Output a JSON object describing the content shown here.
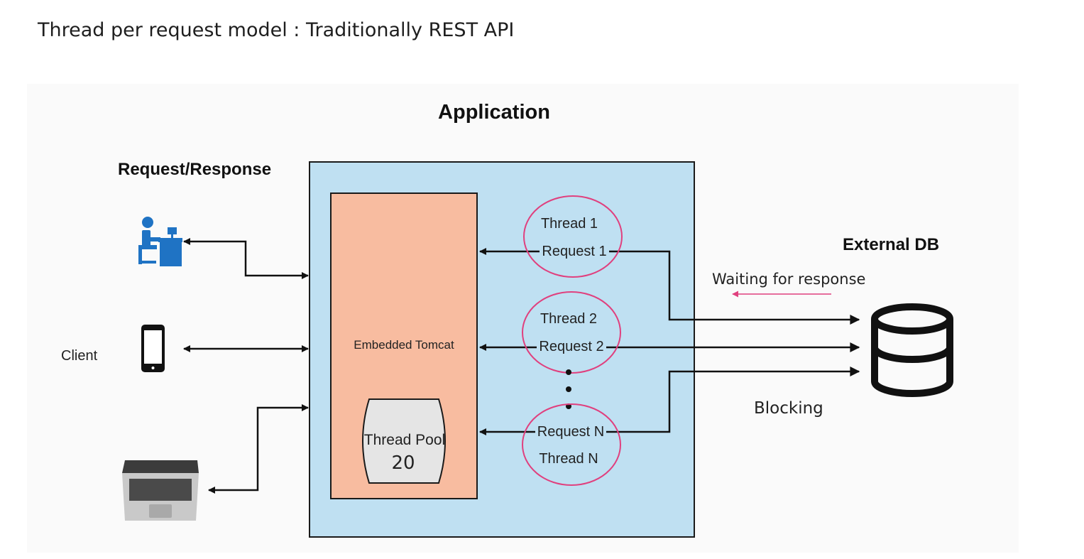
{
  "slide": {
    "title": "Thread per request model : Traditionally REST API"
  },
  "diagram": {
    "application_label": "Application",
    "request_response_label": "Request/Response",
    "client_label": "Client",
    "external_db_label": "External DB",
    "waiting_label": "Waiting for response",
    "blocking_label": "Blocking",
    "tomcat": {
      "label": "Embedded Tomcat",
      "thread_pool_label": "Thread Pool",
      "thread_pool_size": "20"
    },
    "threads": [
      {
        "thread": "Thread 1",
        "request": "Request 1"
      },
      {
        "thread": "Thread 2",
        "request": "Request 2"
      },
      {
        "thread": "Thread N",
        "request": "Request N"
      }
    ],
    "clients": [
      {
        "icon": "desktop-user-icon"
      },
      {
        "icon": "smartphone-icon"
      },
      {
        "icon": "laptop-icon"
      }
    ],
    "colors": {
      "application_fill": "#bfe0f2",
      "tomcat_fill": "#f8bca0",
      "thread_circle": "#e0407e",
      "thread_pool_fill": "#e5e5e5",
      "user_icon": "#1f73c4",
      "waiting_arrow": "#e0407e"
    }
  }
}
